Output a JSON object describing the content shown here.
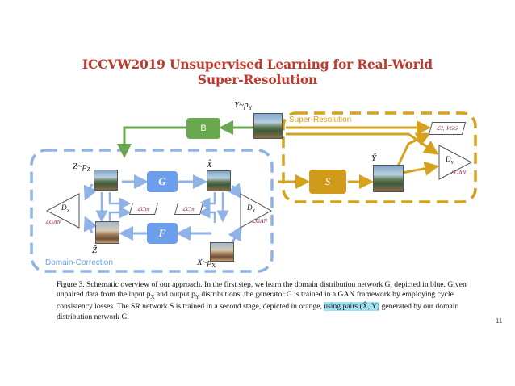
{
  "slide": {
    "title_line1": "ICCVW2019 Unsupervised Learning for Real-World",
    "title_line2": "Super-Resolution",
    "page_number": "11"
  },
  "figure": {
    "labels": {
      "y_dist": "Y~p",
      "y_dist_sub": "Y",
      "z_dist": "Z~p",
      "z_dist_sub": "Z",
      "x_dist": "X~p",
      "x_dist_sub": "X",
      "x_hat": "X̂",
      "y_hat": "Ŷ",
      "z_hat": "Ẑ"
    },
    "regions": {
      "super_resolution": "Super-Resolution",
      "domain_correction": "Domain-Correction"
    },
    "blocks": {
      "b": "B",
      "g": "G",
      "f": "F",
      "s": "S"
    },
    "discriminators": {
      "dz": "D",
      "dz_sub": "Z",
      "dx": "D",
      "dx_sub": "X",
      "dy": "D",
      "dy_sub": "Y",
      "gan_loss": "ℒGAN"
    },
    "losses": {
      "cyc": "ℒCyc",
      "l1_vgg": "ℒ1, VGG"
    },
    "colors": {
      "blue": "#8fb3e6",
      "orange": "#d6a21e",
      "green": "#6aa84f",
      "g_box": "#6d9eeb",
      "s_box": "#d09a1a"
    }
  },
  "caption": {
    "text_a": "Figure 3.   Schematic overview of our approach.  In the first step, we learn the domain distribution network G, depicted in blue.  Given unpaired data from the input p",
    "sub_x": "X",
    "text_b": " and output p",
    "sub_y": "Y",
    "text_c": " distributions, the generator G is trained in a GAN framework by employing cycle consistency losses. The SR network S is trained in a second stage, depicted in orange, ",
    "highlight": "using pairs (X̂, Y)",
    "text_d": " generated by our domain distribution network G."
  }
}
